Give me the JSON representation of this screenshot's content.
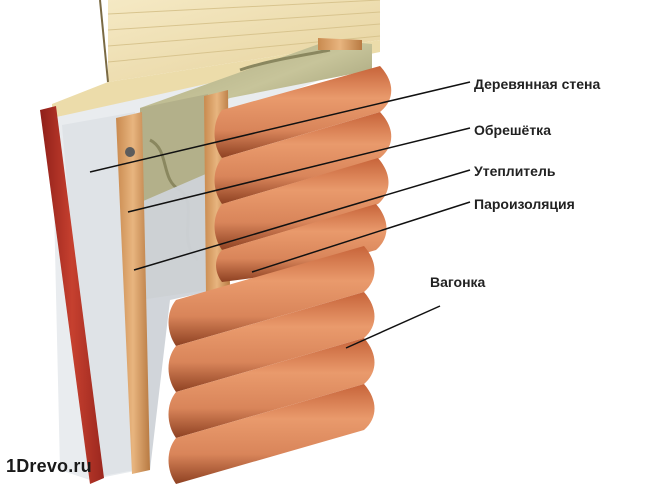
{
  "labels": [
    {
      "id": "wall",
      "text": "Деревянная стена"
    },
    {
      "id": "battens",
      "text": "Обрешётка"
    },
    {
      "id": "insulation",
      "text": "Утеплитель"
    },
    {
      "id": "vapor",
      "text": "Пароизоляция"
    },
    {
      "id": "lining",
      "text": "Вагонка"
    }
  ],
  "watermark": "1Drevo.ru",
  "colors": {
    "wood_light": "#f2e4b8",
    "cedar": "#d9855a",
    "cedar_dark": "#a85630",
    "insulation": "#b8b88f",
    "membrane": "#d7dbe0",
    "red_board": "#b8322a",
    "leader": "#111111"
  }
}
